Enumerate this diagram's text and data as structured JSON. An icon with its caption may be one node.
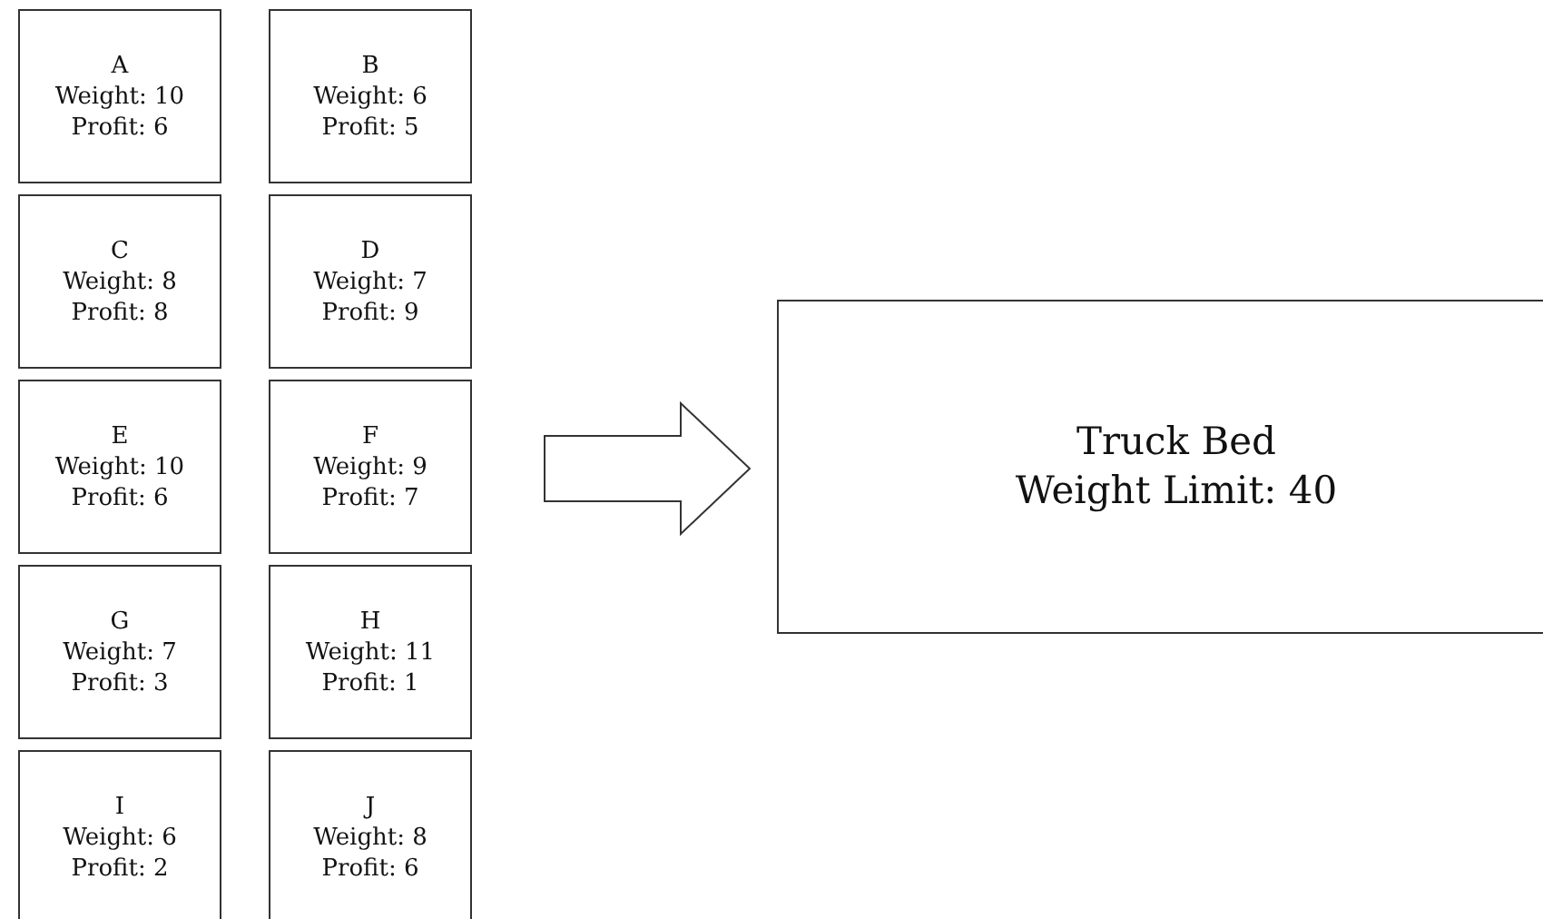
{
  "diagram": {
    "nodes": [
      {
        "text": [
          "A",
          "Weight: 10",
          "Profit: 6"
        ]
      },
      {
        "text": [
          "B",
          "Weight: 6",
          "Profit: 5"
        ]
      },
      {
        "text": [
          "C",
          "Weight: 8",
          "Profit: 8"
        ]
      },
      {
        "text": [
          "D",
          "Weight: 7",
          "Profit: 9"
        ]
      },
      {
        "text": [
          "E",
          "Weight: 10",
          "Profit: 6"
        ]
      },
      {
        "text": [
          "F",
          "Weight: 9",
          "Profit: 7"
        ]
      },
      {
        "text": [
          "G",
          "Weight: 7",
          "Profit: 3"
        ]
      },
      {
        "text": [
          "H",
          "Weight: 11",
          "Profit: 1"
        ]
      },
      {
        "text": [
          "I",
          "Weight: 6",
          "Profit: 2"
        ]
      },
      {
        "text": [
          "J",
          "Weight: 8",
          "Profit: 6"
        ]
      },
      {
        "text": [
          "Truck Bed",
          "Weight Limit: 40"
        ]
      }
    ],
    "edges": [
      {
        "from": null,
        "to": 10,
        "arrow": "to"
      }
    ]
  }
}
